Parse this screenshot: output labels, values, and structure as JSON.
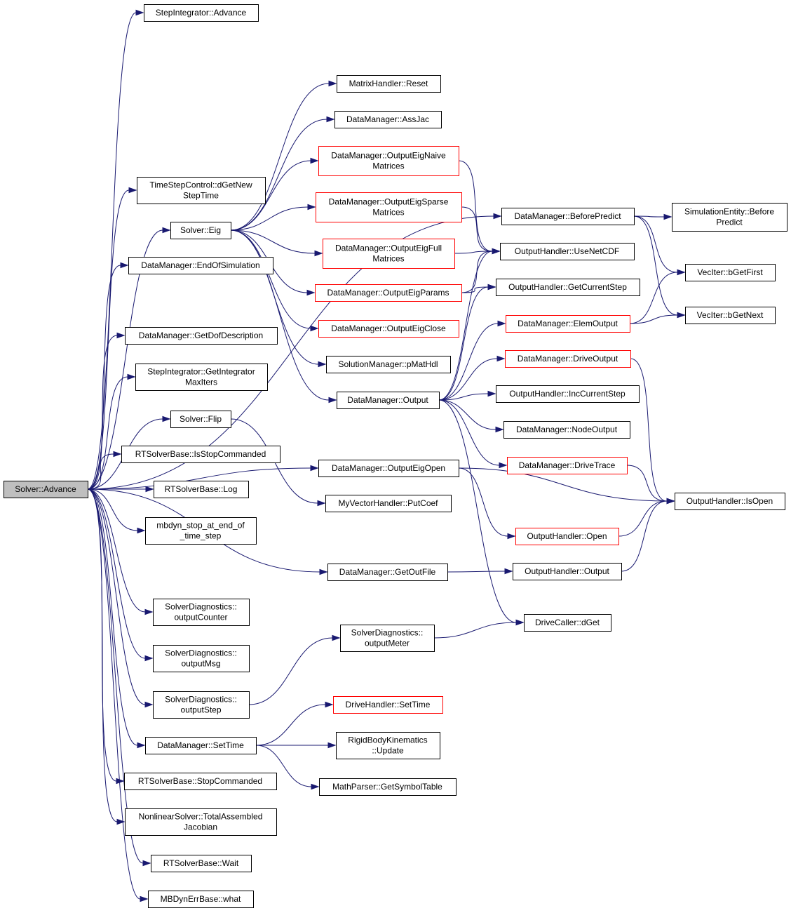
{
  "colors": {
    "edge": "#191970",
    "node_border_ok": "#000000",
    "node_border_incomplete": "#ff0000",
    "root_fill": "#bfbfbf",
    "node_fill": "#ffffff"
  },
  "nodes": [
    {
      "id": "advance",
      "lines": [
        "Solver::Advance"
      ],
      "root": true
    },
    {
      "id": "stepint_advance",
      "lines": [
        "StepIntegrator::Advance"
      ]
    },
    {
      "id": "tsc_dgetnew",
      "lines": [
        "TimeStepControl::dGetNew",
        "StepTime"
      ]
    },
    {
      "id": "solver_eig",
      "lines": [
        "Solver::Eig"
      ]
    },
    {
      "id": "dm_endofsim",
      "lines": [
        "DataManager::EndOfSimulation"
      ]
    },
    {
      "id": "dm_getdofdesc",
      "lines": [
        "DataManager::GetDofDescription"
      ]
    },
    {
      "id": "stepint_getmaxiters",
      "lines": [
        "StepIntegrator::GetIntegrator",
        "MaxIters"
      ]
    },
    {
      "id": "solver_flip",
      "lines": [
        "Solver::Flip"
      ]
    },
    {
      "id": "rts_isstopcmd",
      "lines": [
        "RTSolverBase::IsStopCommanded"
      ]
    },
    {
      "id": "rts_log",
      "lines": [
        "RTSolverBase::Log"
      ]
    },
    {
      "id": "mbdyn_stop",
      "lines": [
        "mbdyn_stop_at_end_of",
        "_time_step"
      ]
    },
    {
      "id": "dm_getoutfile",
      "lines": [
        "DataManager::GetOutFile"
      ]
    },
    {
      "id": "sd_outputcounter",
      "lines": [
        "SolverDiagnostics::",
        "outputCounter"
      ]
    },
    {
      "id": "sd_outputmsg",
      "lines": [
        "SolverDiagnostics::",
        "outputMsg"
      ]
    },
    {
      "id": "sd_outputstep",
      "lines": [
        "SolverDiagnostics::",
        "outputStep"
      ]
    },
    {
      "id": "dm_settime",
      "lines": [
        "DataManager::SetTime"
      ]
    },
    {
      "id": "rts_stopcmd",
      "lines": [
        "RTSolverBase::StopCommanded"
      ]
    },
    {
      "id": "nls_totalasm",
      "lines": [
        "NonlinearSolver::TotalAssembled",
        "Jacobian"
      ]
    },
    {
      "id": "rts_wait",
      "lines": [
        "RTSolverBase::Wait"
      ]
    },
    {
      "id": "mbdynerr_what",
      "lines": [
        "MBDynErrBase::what"
      ]
    },
    {
      "id": "mh_reset",
      "lines": [
        "MatrixHandler::Reset"
      ]
    },
    {
      "id": "dm_assjac",
      "lines": [
        "DataManager::AssJac"
      ]
    },
    {
      "id": "dm_outeignaive",
      "lines": [
        "DataManager::OutputEigNaive",
        "Matrices"
      ],
      "incomplete": true
    },
    {
      "id": "dm_outeigsparse",
      "lines": [
        "DataManager::OutputEigSparse",
        "Matrices"
      ],
      "incomplete": true
    },
    {
      "id": "dm_outeigfull",
      "lines": [
        "DataManager::OutputEigFull",
        "Matrices"
      ],
      "incomplete": true
    },
    {
      "id": "dm_outeigparams",
      "lines": [
        "DataManager::OutputEigParams"
      ],
      "incomplete": true
    },
    {
      "id": "dm_outeigclose",
      "lines": [
        "DataManager::OutputEigClose"
      ],
      "incomplete": true
    },
    {
      "id": "sm_pmathdl",
      "lines": [
        "SolutionManager::pMatHdl"
      ]
    },
    {
      "id": "dm_output",
      "lines": [
        "DataManager::Output"
      ]
    },
    {
      "id": "dm_outeigopen",
      "lines": [
        "DataManager::OutputEigOpen"
      ]
    },
    {
      "id": "mvh_putcoef",
      "lines": [
        "MyVectorHandler::PutCoef"
      ]
    },
    {
      "id": "sd_outputmeter",
      "lines": [
        "SolverDiagnostics::",
        "outputMeter"
      ]
    },
    {
      "id": "dh_settime",
      "lines": [
        "DriveHandler::SetTime"
      ],
      "incomplete": true
    },
    {
      "id": "rbk_update",
      "lines": [
        "RigidBodyKinematics",
        "::Update"
      ]
    },
    {
      "id": "mp_getsymtab",
      "lines": [
        "MathParser::GetSymbolTable"
      ]
    },
    {
      "id": "dm_beforepredict",
      "lines": [
        "DataManager::BeforePredict"
      ]
    },
    {
      "id": "oh_usenetcdf",
      "lines": [
        "OutputHandler::UseNetCDF"
      ]
    },
    {
      "id": "oh_getcurstep",
      "lines": [
        "OutputHandler::GetCurrentStep"
      ]
    },
    {
      "id": "dm_elemoutput",
      "lines": [
        "DataManager::ElemOutput"
      ],
      "incomplete": true
    },
    {
      "id": "dm_driveoutput",
      "lines": [
        "DataManager::DriveOutput"
      ],
      "incomplete": true
    },
    {
      "id": "oh_inccurstep",
      "lines": [
        "OutputHandler::IncCurrentStep"
      ]
    },
    {
      "id": "dm_nodeoutput",
      "lines": [
        "DataManager::NodeOutput"
      ]
    },
    {
      "id": "dm_drivetrace",
      "lines": [
        "DataManager::DriveTrace"
      ],
      "incomplete": true
    },
    {
      "id": "oh_open",
      "lines": [
        "OutputHandler::Open"
      ],
      "incomplete": true
    },
    {
      "id": "oh_output",
      "lines": [
        "OutputHandler::Output"
      ]
    },
    {
      "id": "dc_dget",
      "lines": [
        "DriveCaller::dGet"
      ]
    },
    {
      "id": "se_beforepredict",
      "lines": [
        "SimulationEntity::Before",
        "Predict"
      ]
    },
    {
      "id": "vi_bgetfirst",
      "lines": [
        "VecIter::bGetFirst"
      ]
    },
    {
      "id": "vi_bgetnext",
      "lines": [
        "VecIter::bGetNext"
      ]
    },
    {
      "id": "oh_isopen",
      "lines": [
        "OutputHandler::IsOpen"
      ]
    }
  ],
  "edges": [
    [
      "advance",
      "stepint_advance"
    ],
    [
      "advance",
      "dm_beforepredict"
    ],
    [
      "advance",
      "tsc_dgetnew"
    ],
    [
      "advance",
      "solver_eig"
    ],
    [
      "advance",
      "dm_endofsim"
    ],
    [
      "advance",
      "dm_outeigopen"
    ],
    [
      "advance",
      "dm_getdofdesc"
    ],
    [
      "advance",
      "stepint_getmaxiters"
    ],
    [
      "advance",
      "solver_flip"
    ],
    [
      "advance",
      "rts_isstopcmd"
    ],
    [
      "advance",
      "rts_log"
    ],
    [
      "advance",
      "mbdyn_stop"
    ],
    [
      "advance",
      "dm_getoutfile"
    ],
    [
      "advance",
      "sd_outputcounter"
    ],
    [
      "advance",
      "sd_outputmsg"
    ],
    [
      "advance",
      "sd_outputstep"
    ],
    [
      "advance",
      "dm_settime"
    ],
    [
      "advance",
      "rts_stopcmd"
    ],
    [
      "advance",
      "nls_totalasm"
    ],
    [
      "advance",
      "rts_wait"
    ],
    [
      "advance",
      "mbdynerr_what"
    ],
    [
      "solver_eig",
      "mh_reset"
    ],
    [
      "solver_eig",
      "dm_assjac"
    ],
    [
      "solver_eig",
      "dm_outeignaive"
    ],
    [
      "solver_eig",
      "dm_outeigsparse"
    ],
    [
      "solver_eig",
      "dm_outeigfull"
    ],
    [
      "solver_eig",
      "dm_outeigparams"
    ],
    [
      "solver_eig",
      "dm_outeigclose"
    ],
    [
      "solver_eig",
      "sm_pmathdl"
    ],
    [
      "solver_eig",
      "dm_output"
    ],
    [
      "solver_flip",
      "mvh_putcoef"
    ],
    [
      "dm_outeignaive",
      "oh_usenetcdf"
    ],
    [
      "dm_outeigsparse",
      "oh_usenetcdf"
    ],
    [
      "dm_outeigfull",
      "oh_usenetcdf"
    ],
    [
      "dm_outeigparams",
      "oh_usenetcdf"
    ],
    [
      "dm_outeigparams",
      "oh_getcurstep"
    ],
    [
      "dm_output",
      "oh_usenetcdf"
    ],
    [
      "dm_output",
      "oh_getcurstep"
    ],
    [
      "dm_output",
      "dm_elemoutput"
    ],
    [
      "dm_output",
      "dm_driveoutput"
    ],
    [
      "dm_output",
      "oh_inccurstep"
    ],
    [
      "dm_output",
      "dm_nodeoutput"
    ],
    [
      "dm_output",
      "dm_drivetrace"
    ],
    [
      "dm_output",
      "dc_dget"
    ],
    [
      "dm_beforepredict",
      "se_beforepredict"
    ],
    [
      "dm_beforepredict",
      "vi_bgetfirst"
    ],
    [
      "dm_beforepredict",
      "vi_bgetnext"
    ],
    [
      "dm_elemoutput",
      "vi_bgetfirst"
    ],
    [
      "dm_elemoutput",
      "vi_bgetnext"
    ],
    [
      "dm_driveoutput",
      "oh_isopen"
    ],
    [
      "dm_drivetrace",
      "oh_isopen"
    ],
    [
      "dm_outeigopen",
      "oh_isopen"
    ],
    [
      "dm_outeigopen",
      "oh_open"
    ],
    [
      "oh_open",
      "oh_isopen"
    ],
    [
      "oh_output",
      "oh_isopen"
    ],
    [
      "dm_getoutfile",
      "oh_output"
    ],
    [
      "sd_outputstep",
      "sd_outputmeter"
    ],
    [
      "sd_outputmeter",
      "dc_dget"
    ],
    [
      "dm_settime",
      "dh_settime"
    ],
    [
      "dm_settime",
      "rbk_update"
    ],
    [
      "dm_settime",
      "mp_getsymtab"
    ]
  ]
}
